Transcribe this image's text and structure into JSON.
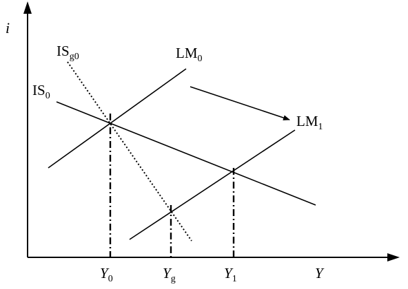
{
  "axes": {
    "y_label": "i",
    "x_label": "Y"
  },
  "curves": {
    "isg0": {
      "base": "IS",
      "sub": "g0"
    },
    "lm0": {
      "base": "LM",
      "sub": "0"
    },
    "is0": {
      "base": "IS",
      "sub": "0"
    },
    "lm1": {
      "base": "LM",
      "sub": "1"
    }
  },
  "ticks": {
    "y0": {
      "base": "Y",
      "sub": "0"
    },
    "yg": {
      "base": "Y",
      "sub": "g"
    },
    "y1": {
      "base": "Y",
      "sub": "1"
    }
  },
  "colors": {
    "ink": "#000000",
    "background": "#ffffff"
  }
}
